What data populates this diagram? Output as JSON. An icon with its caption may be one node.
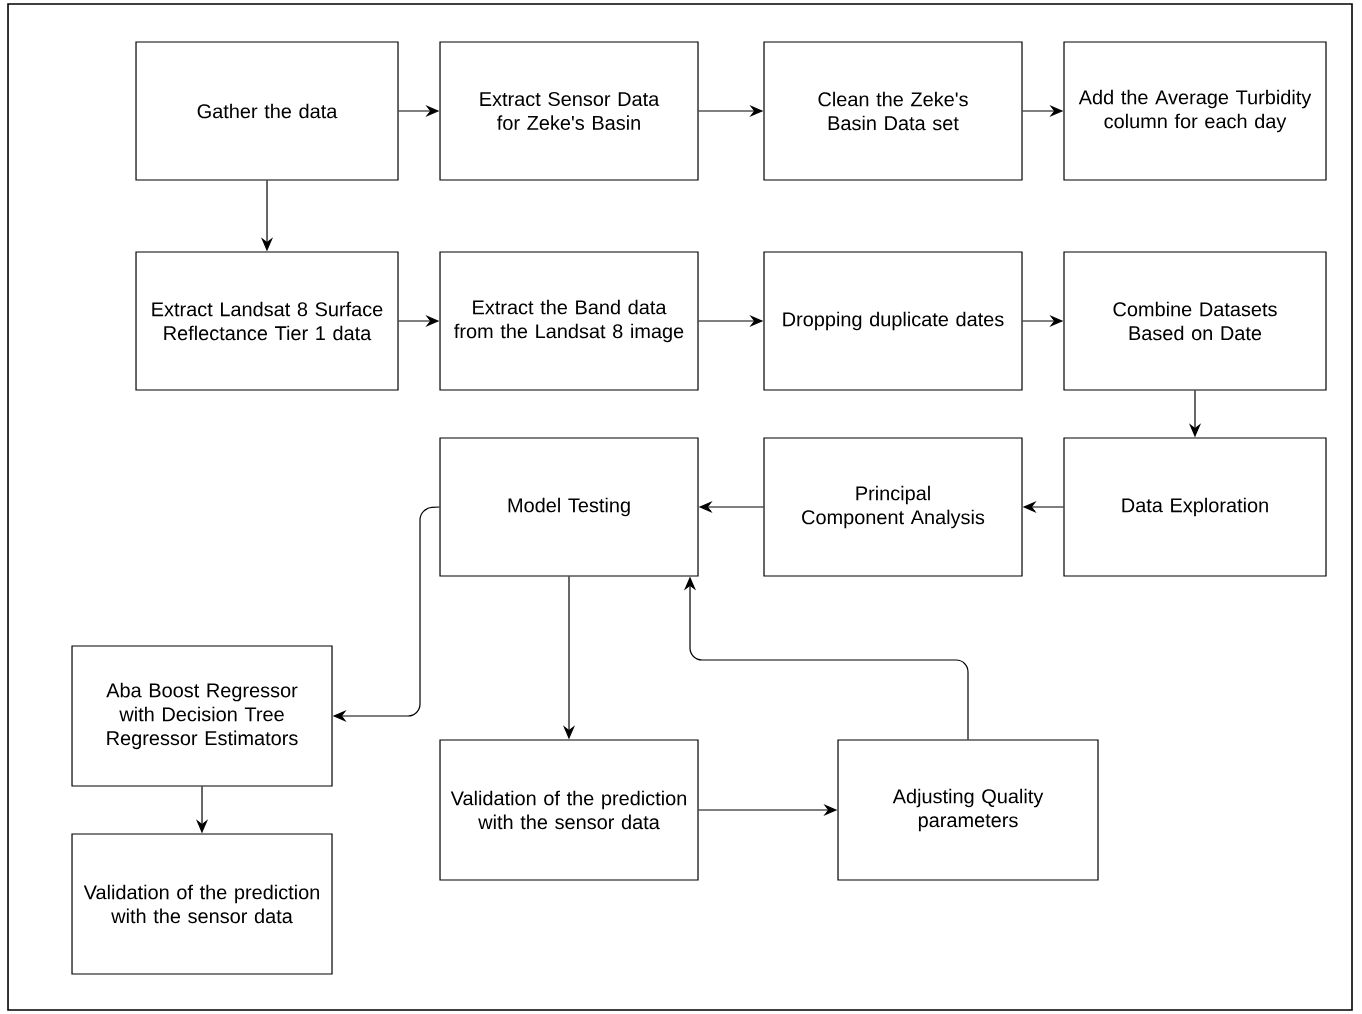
{
  "diagram": {
    "nodes": [
      {
        "text": [
          "Gather the data"
        ]
      },
      {
        "text": [
          "Extract Sensor Data for Zeke's Basin"
        ]
      },
      {
        "text": [
          "Clean the Zeke's Basin Data set"
        ]
      },
      {
        "text": [
          "Add the Average Turbidity column for each day"
        ]
      },
      {
        "text": [
          "Extract Landsat 8 Surface Reflectance Tier 1 data"
        ]
      },
      {
        "text": [
          "Extract the Band data from the Landsat 8 image"
        ]
      },
      {
        "text": [
          "Dropping duplicate dates"
        ]
      },
      {
        "text": [
          "Combine Datasets Based on Date"
        ]
      },
      {
        "text": [
          "Data Exploration"
        ]
      },
      {
        "text": [
          "Principal Component Analysis"
        ]
      },
      {
        "text": [
          "Model Testing"
        ]
      },
      {
        "text": [
          "Aba Boost Regressor with Decision Tree Regressor Estimators"
        ]
      },
      {
        "text": [
          "Validation of the prediction with the sensor data"
        ]
      },
      {
        "text": [
          "Validation of the prediction with the sensor data"
        ]
      },
      {
        "text": [
          "Adjusting Quality parameters"
        ]
      }
    ],
    "edges": [
      {
        "from": 0,
        "to": 1,
        "arrow": "to"
      },
      {
        "from": 1,
        "to": 2,
        "arrow": "to"
      },
      {
        "from": 2,
        "to": 3,
        "arrow": "to"
      },
      {
        "from": 0,
        "to": 4,
        "arrow": "to"
      },
      {
        "from": 4,
        "to": 5,
        "arrow": "to"
      },
      {
        "from": 5,
        "to": 6,
        "arrow": "to"
      },
      {
        "from": 6,
        "to": 7,
        "arrow": "to"
      },
      {
        "from": 7,
        "to": 8,
        "arrow": "to"
      },
      {
        "from": 8,
        "to": 9,
        "arrow": "to"
      },
      {
        "from": 9,
        "to": 10,
        "arrow": "to"
      },
      {
        "from": 10,
        "to": 11,
        "arrow": "to"
      },
      {
        "from": 11,
        "to": 12,
        "arrow": "to"
      },
      {
        "from": 10,
        "to": 13,
        "arrow": "to"
      },
      {
        "from": 13,
        "to": 14,
        "arrow": "to"
      },
      {
        "from": 14,
        "to": 10,
        "arrow": "to"
      }
    ]
  }
}
